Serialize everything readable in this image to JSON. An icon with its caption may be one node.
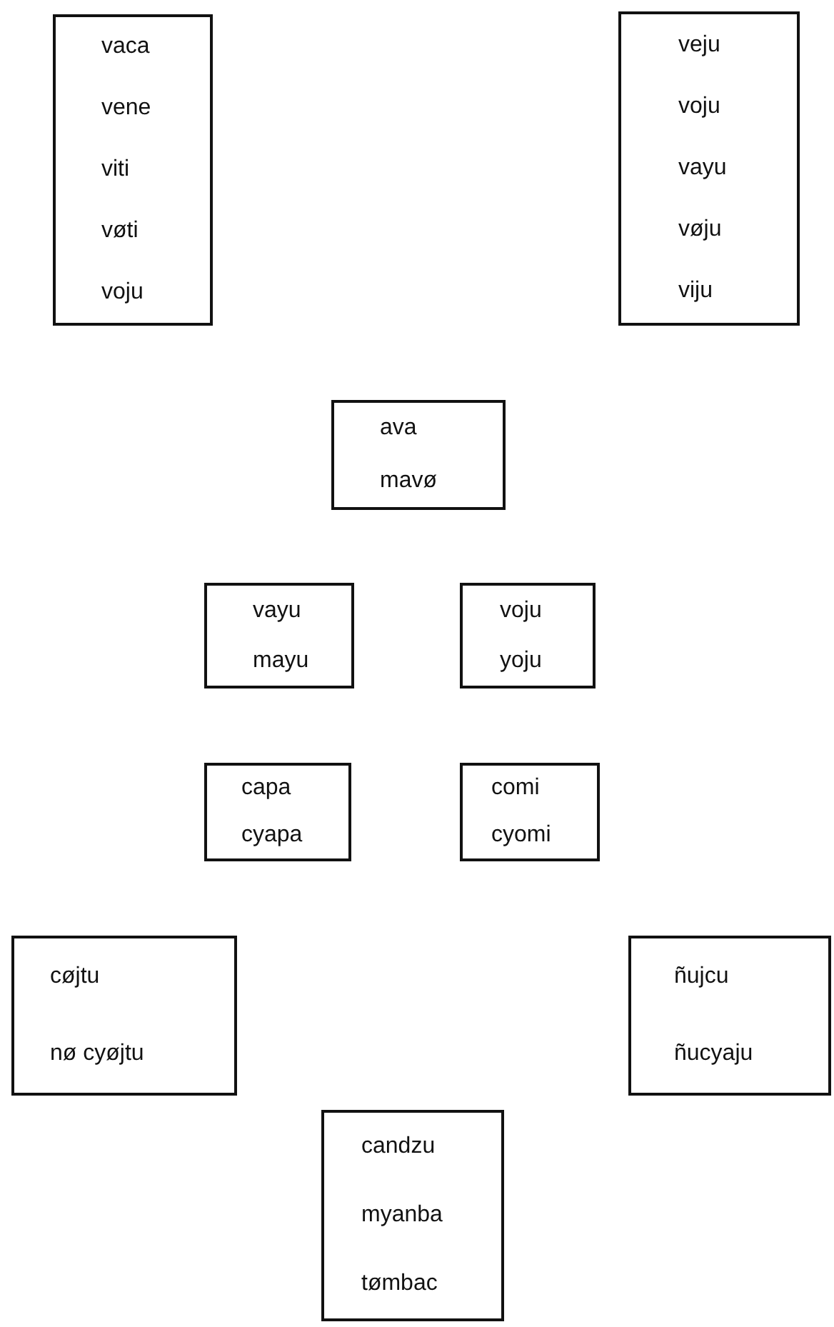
{
  "diagram": {
    "nodes": [
      {
        "text": [
          "vaca",
          "vene",
          "viti",
          "vøti",
          "voju"
        ]
      },
      {
        "text": [
          "veju",
          "voju",
          "vayu",
          "vøju",
          "viju"
        ]
      },
      {
        "text": [
          "ava",
          "mavø"
        ]
      },
      {
        "text": [
          "vayu",
          "mayu"
        ]
      },
      {
        "text": [
          "voju",
          "yoju"
        ]
      },
      {
        "text": [
          "capa",
          "cyapa"
        ]
      },
      {
        "text": [
          "comi",
          "cyomi"
        ]
      },
      {
        "text": [
          "cøjtu",
          "nø cyøjtu"
        ]
      },
      {
        "text": [
          "ñujcu",
          "ñucyaju"
        ]
      },
      {
        "text": [
          "candzu",
          "myanba",
          "tømbac"
        ]
      }
    ]
  }
}
